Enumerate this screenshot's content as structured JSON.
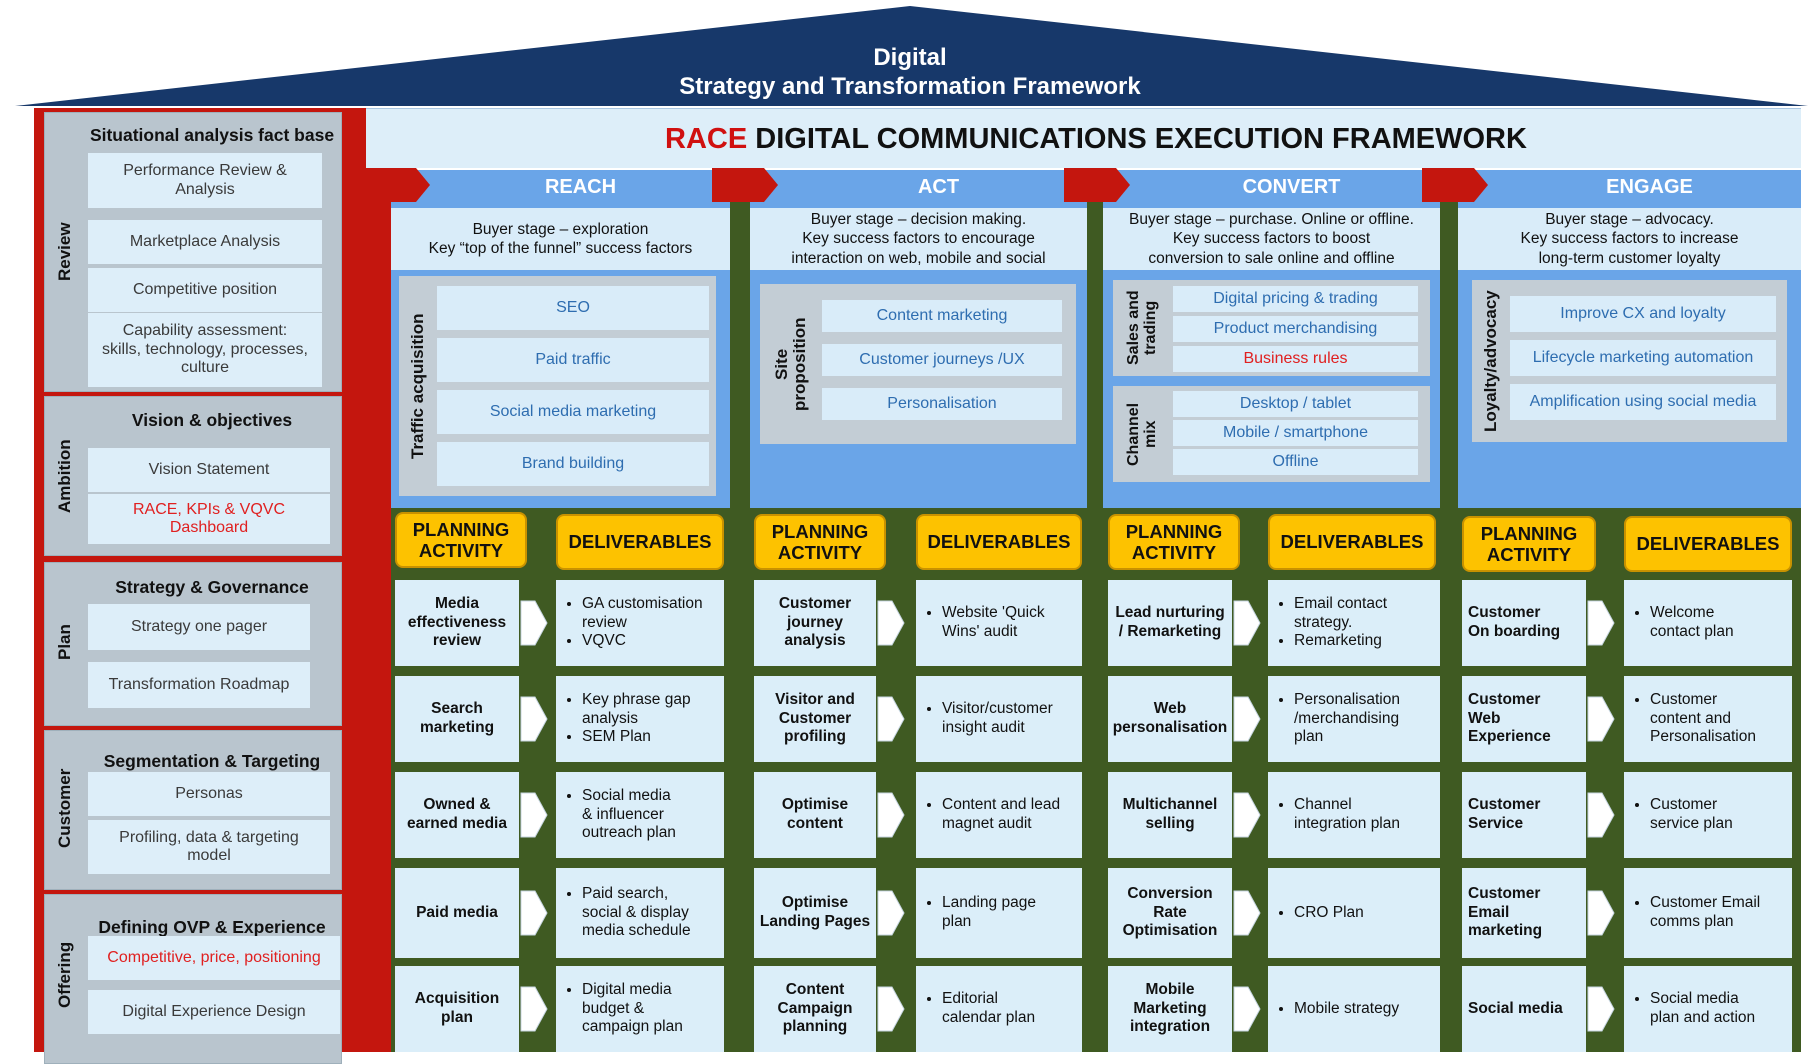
{
  "roof": {
    "line1": "Digital",
    "line2": "Strategy  and Transformation Framework"
  },
  "colors": {
    "roof": "#17386a",
    "red": "#c4160e",
    "band": "#6aa5e8",
    "green": "#3f5a22",
    "gold": "#fdc200",
    "light": "#ddeef9"
  },
  "framework": {
    "race": "RACE",
    "title": " DIGITAL COMMUNICATIONS EXECUTION FRAMEWORK"
  },
  "sidebar": [
    {
      "label": "Review",
      "title": "Situational analysis fact base",
      "items": [
        {
          "text": "Performance Review &\nAnalysis"
        },
        {
          "text": "Marketplace Analysis"
        },
        {
          "text": "Competitive position"
        },
        {
          "text": "Capability assessment:\nskills, technology, processes,\nculture"
        }
      ]
    },
    {
      "label": "Ambition",
      "title": "Vision & objectives",
      "items": [
        {
          "text": "Vision Statement"
        },
        {
          "text": "RACE, KPIs & VQVC Dashboard",
          "red": true
        }
      ]
    },
    {
      "label": "Plan",
      "title": "Strategy & Governance",
      "items": [
        {
          "text": "Strategy one pager"
        },
        {
          "text": "Transformation Roadmap"
        }
      ]
    },
    {
      "label": "Customer",
      "title": "Segmentation & Targeting",
      "items": [
        {
          "text": "Personas"
        },
        {
          "text": "Profiling, data & targeting\nmodel"
        }
      ]
    },
    {
      "label": "Offering",
      "title": "Defining OVP & Experience",
      "items": [
        {
          "text": "Competitive, price, positioning",
          "red": true
        },
        {
          "text": "Digital Experience Design"
        }
      ]
    }
  ],
  "planning_label": "PLANNING\nACTIVITY",
  "deliverables_label": "DELIVERABLES",
  "columns": [
    {
      "name": "REACH",
      "buyer": "Buyer stage – exploration\nKey “top of the funnel” success factors",
      "groups": [
        {
          "label": "Traffic acquisition",
          "items": [
            {
              "t": "SEO"
            },
            {
              "t": "Paid traffic"
            },
            {
              "t": "Social media marketing"
            },
            {
              "t": "Brand building"
            }
          ]
        }
      ],
      "rows": [
        {
          "a": "Media\neffectiveness\nreview",
          "d": [
            "GA customisation\nreview",
            "VQVC"
          ]
        },
        {
          "a": "Search\nmarketing",
          "d": [
            "Key phrase gap\nanalysis",
            "SEM Plan"
          ]
        },
        {
          "a": "Owned &\nearned media",
          "d": [
            "Social media\n& influencer\noutreach plan"
          ]
        },
        {
          "a": "Paid media",
          "d": [
            "Paid search,\nsocial & display\nmedia schedule"
          ]
        },
        {
          "a": "Acquisition\nplan",
          "d": [
            "Digital media\nbudget &\ncampaign plan"
          ]
        }
      ]
    },
    {
      "name": "ACT",
      "buyer": "Buyer stage – decision making.\nKey success factors to encourage\ninteraction on web, mobile and social",
      "groups": [
        {
          "label": "Site\nproposition",
          "items": [
            {
              "t": "Content marketing"
            },
            {
              "t": "Customer journeys /UX"
            },
            {
              "t": "Personalisation"
            }
          ]
        }
      ],
      "rows": [
        {
          "a": "Customer\njourney\nanalysis",
          "d": [
            "Website 'Quick\nWins' audit"
          ]
        },
        {
          "a": "Visitor and\nCustomer\nprofiling",
          "d": [
            "Visitor/customer\ninsight audit"
          ]
        },
        {
          "a": "Optimise\ncontent",
          "d": [
            "Content and lead\nmagnet audit"
          ]
        },
        {
          "a": "Optimise\nLanding Pages",
          "d": [
            "Landing page\nplan"
          ]
        },
        {
          "a": "Content\nCampaign\nplanning",
          "d": [
            "Editorial\ncalendar plan"
          ]
        }
      ]
    },
    {
      "name": "CONVERT",
      "buyer": "Buyer stage – purchase. Online or offline.\nKey success factors to boost\nconversion to sale online and offline",
      "groups": [
        {
          "label": "Sales and\ntrading",
          "items": [
            {
              "t": "Digital pricing & trading"
            },
            {
              "t": "Product merchandising"
            },
            {
              "t": "Business rules",
              "red": true
            }
          ]
        },
        {
          "label": "Channel\nmix",
          "items": [
            {
              "t": "Desktop / tablet"
            },
            {
              "t": "Mobile / smartphone"
            },
            {
              "t": "Offline"
            }
          ]
        }
      ],
      "rows": [
        {
          "a": "Lead nurturing\n/ Remarketing",
          "d": [
            "Email contact\nstrategy.",
            "Remarketing"
          ]
        },
        {
          "a": "Web\npersonalisation",
          "d": [
            "Personalisation\n/merchandising\nplan"
          ]
        },
        {
          "a": "Multichannel\nselling",
          "d": [
            "Channel\nintegration plan"
          ]
        },
        {
          "a": "Conversion\nRate\nOptimisation",
          "d": [
            "CRO Plan"
          ]
        },
        {
          "a": "Mobile\nMarketing\nintegration",
          "d": [
            "Mobile strategy"
          ]
        }
      ]
    },
    {
      "name": "ENGAGE",
      "buyer": "Buyer stage – advocacy.\nKey success factors to increase\nlong-term customer loyalty",
      "groups": [
        {
          "label": "Loyalty/advocacy",
          "items": [
            {
              "t": "Improve CX and loyalty"
            },
            {
              "t": "Lifecycle marketing automation"
            },
            {
              "t": "Amplification using social media"
            }
          ]
        }
      ],
      "rows": [
        {
          "a": "Customer\nOn boarding",
          "d": [
            "Welcome\ncontact plan"
          ]
        },
        {
          "a": "Customer\nWeb\nExperience",
          "d": [
            "Customer\ncontent and\nPersonalisation"
          ]
        },
        {
          "a": "Customer\nService",
          "d": [
            "Customer\nservice plan"
          ]
        },
        {
          "a": "Customer\nEmail\nmarketing",
          "d": [
            "Customer Email\ncomms plan"
          ]
        },
        {
          "a": "Social media",
          "d": [
            "Social media\nplan and action"
          ]
        }
      ]
    }
  ]
}
